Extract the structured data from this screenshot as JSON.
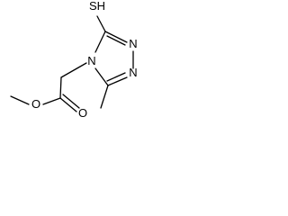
{
  "molecule": {
    "atoms": {
      "sh": "SH",
      "n1": "N",
      "n2": "N",
      "n4": "N",
      "o_ester": "O",
      "o_carbonyl": "O"
    },
    "colors": {
      "ink": "#000000",
      "background": "#ffffff"
    }
  }
}
